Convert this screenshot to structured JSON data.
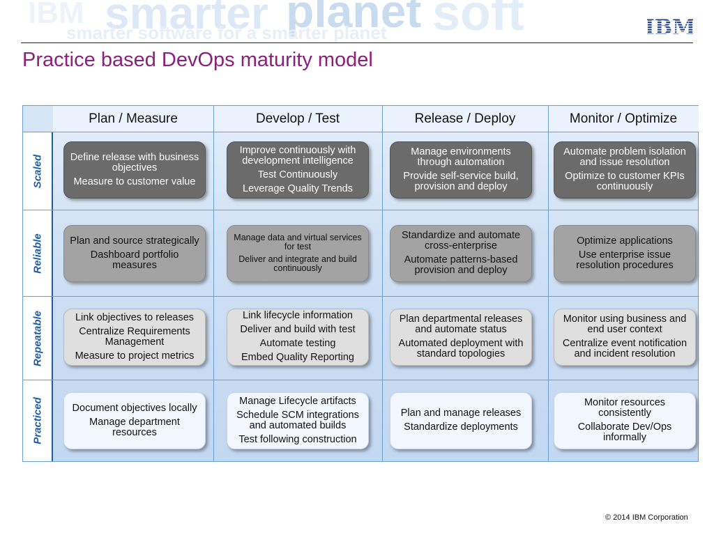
{
  "banner": {
    "watermark": [
      "smarter",
      "planet",
      "soft",
      "smarter software for a smarter planet",
      "IBM"
    ]
  },
  "logo": {
    "text": "IBM",
    "color": "#1f3f8f"
  },
  "title": "Practice based DevOps maturity model",
  "columns": [
    "Plan / Measure",
    "Develop / Test",
    "Release / Deploy",
    "Monitor / Optimize"
  ],
  "rows": [
    {
      "label": "Scaled",
      "cells": [
        [
          "Define release with business objectives",
          "Measure to customer value"
        ],
        [
          "Improve continuously with development intelligence",
          "Test Continuously",
          "Leverage Quality Trends"
        ],
        [
          "Manage environments through automation",
          "Provide self-service build, provision and deploy"
        ],
        [
          "Automate problem isolation and issue resolution",
          "Optimize to customer KPIs continuously"
        ]
      ]
    },
    {
      "label": "Reliable",
      "cells": [
        [
          "Plan and source strategically",
          "Dashboard portfolio measures"
        ],
        [
          "Manage data and virtual services for test",
          "Deliver and integrate and build continuously"
        ],
        [
          "Standardize and automate cross-enterprise",
          "Automate patterns-based provision and deploy"
        ],
        [
          "Optimize applications",
          "Use enterprise issue resolution procedures"
        ]
      ]
    },
    {
      "label": "Repeatable",
      "cells": [
        [
          "Link objectives to releases",
          "Centralize Requirements Management",
          "Measure to project metrics"
        ],
        [
          "Link lifecycle information",
          "Deliver and build with test",
          "Automate testing",
          "Embed Quality Reporting"
        ],
        [
          "Plan departmental releases and automate status",
          "Automated deployment with standard topologies"
        ],
        [
          "Monitor using business and end user context",
          "Centralize event notification and incident resolution"
        ]
      ]
    },
    {
      "label": "Practiced",
      "cells": [
        [
          "Document objectives locally",
          "Manage department resources"
        ],
        [
          "Manage Lifecycle artifacts",
          "Schedule SCM integrations and automated builds",
          "Test following construction"
        ],
        [
          "Plan and manage releases",
          "Standardize deployments"
        ],
        [
          "Monitor resources consistently",
          "Collaborate Dev/Ops informally"
        ]
      ]
    }
  ],
  "colors": {
    "title": "#8b1f7d",
    "row_label": "#1e5ea8",
    "scaled_box": "#6b6b6b",
    "reliable_box": "#a3a3a3",
    "repeatable_box": "#dfdfdf",
    "practiced_box": "#f2f7fd"
  },
  "footer": {
    "copyright": "© 2014 IBM Corporation"
  }
}
